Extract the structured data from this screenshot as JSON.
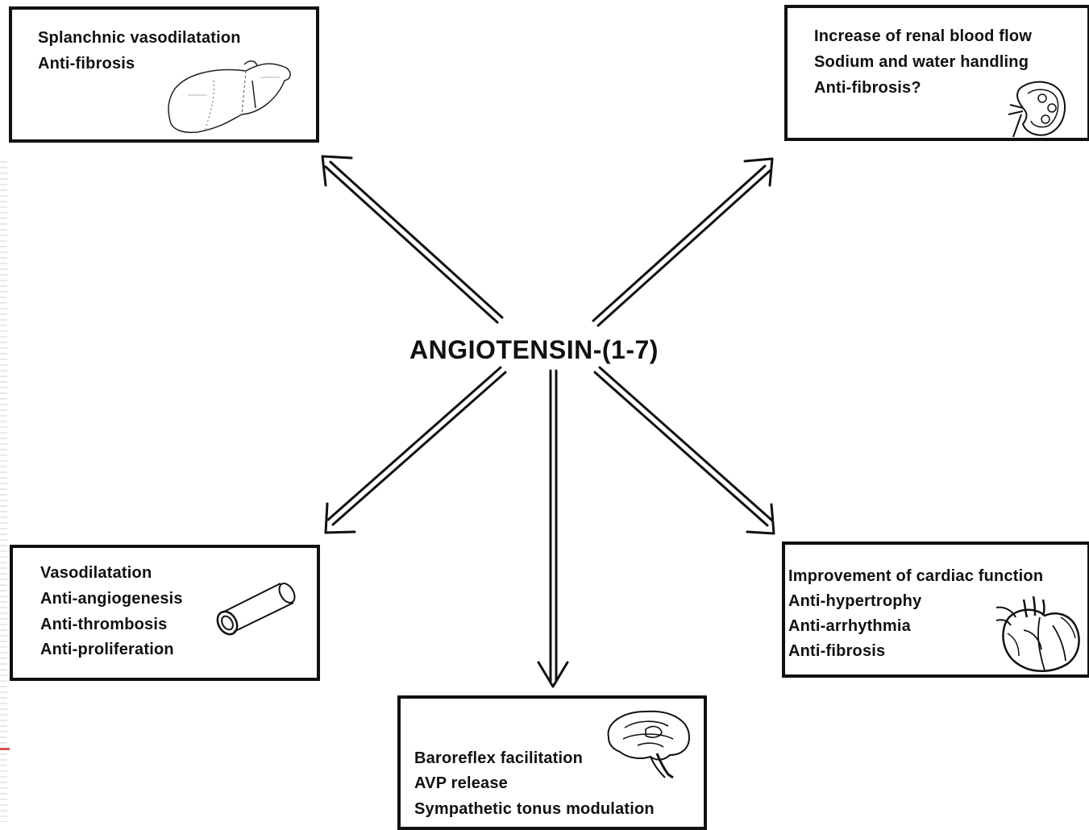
{
  "center": {
    "label": "ANGIOTENSIN-(1-7)"
  },
  "boxes": {
    "liver": {
      "lines": [
        "Splanchnic vasodilatation",
        "Anti-fibrosis"
      ],
      "icon": "liver-icon"
    },
    "kidney": {
      "lines": [
        "Increase of renal blood flow",
        "Sodium and water handling",
        "Anti-fibrosis?"
      ],
      "icon": "kidney-icon"
    },
    "vessel": {
      "lines": [
        "Vasodilatation",
        "Anti-angiogenesis",
        "Anti-thrombosis",
        "Anti-proliferation"
      ],
      "icon": "blood-vessel-icon"
    },
    "brain": {
      "lines": [
        "Baroreflex facilitation",
        "AVP release",
        "Sympathetic tonus modulation"
      ],
      "icon": "brain-icon"
    },
    "heart": {
      "lines": [
        "Improvement of cardiac function",
        "Anti-hypertrophy",
        "Anti-arrhythmia",
        "Anti-fibrosis"
      ],
      "icon": "heart-icon"
    }
  }
}
